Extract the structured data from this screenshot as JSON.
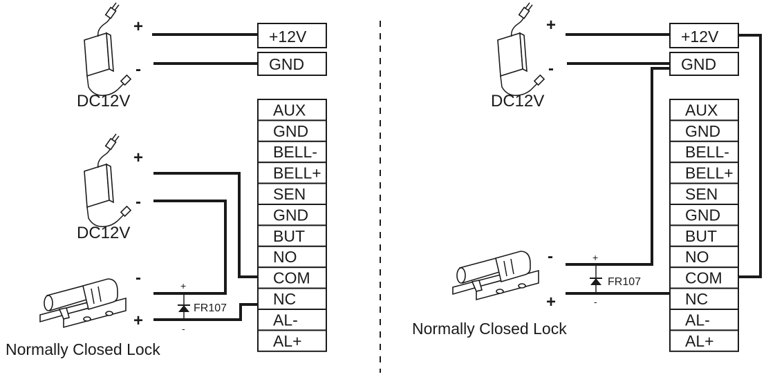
{
  "left": {
    "psu_top_label": "DC12V",
    "psu_mid_label": "DC12V",
    "lock_label": "Normally Closed Lock",
    "diode_label": "FR107",
    "power_terminals": [
      "+12V",
      "GND"
    ],
    "terminals": [
      "AUX",
      "GND",
      "BELL-",
      "BELL+",
      "SEN",
      "GND",
      "BUT",
      "NO",
      "COM",
      "NC",
      "AL-",
      "AL+"
    ]
  },
  "right": {
    "psu_label": "DC12V",
    "lock_label": "Normally Closed Lock",
    "diode_label": "FR107",
    "power_terminals": [
      "+12V",
      "GND"
    ],
    "terminals": [
      "AUX",
      "GND",
      "BELL-",
      "BELL+",
      "SEN",
      "GND",
      "BUT",
      "NO",
      "COM",
      "NC",
      "AL-",
      "AL+"
    ]
  },
  "signs": {
    "plus": "+",
    "minus": "-"
  },
  "icons": [
    "power-adapter-icon",
    "electric-lock-icon",
    "diode-icon"
  ]
}
